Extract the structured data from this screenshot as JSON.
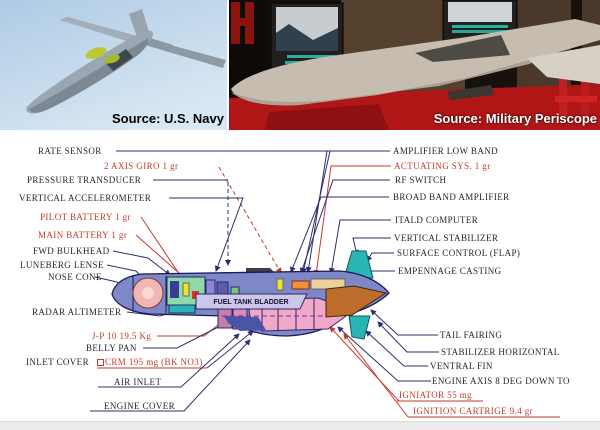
{
  "photos": {
    "left": {
      "caption": "Source: U.S. Navy"
    },
    "right": {
      "caption": "Source: Military Periscope"
    }
  },
  "diagram": {
    "center_label": "FUEL TANK BLADDER",
    "left_labels": [
      {
        "text": "RATE SENSOR",
        "red": false
      },
      {
        "text": "2 AXIS GIRO 1 gr",
        "red": true
      },
      {
        "text": "PRESSURE TRANSDUCER",
        "red": false
      },
      {
        "text": "VERTICAL ACCELEROMETER",
        "red": false
      },
      {
        "text": "PILOT BATTERY 1 gr",
        "red": true
      },
      {
        "text": "MAIN BATTERY 1 gr",
        "red": true
      },
      {
        "text": "FWD BULKHEAD",
        "red": false
      },
      {
        "text": "LUNEBERG LENSE",
        "red": false
      },
      {
        "text": "NOSE CONE",
        "red": false
      },
      {
        "text": "RADAR ALTIMETER",
        "red": false
      },
      {
        "text": "J-P 10 19.5 Kg",
        "red": true
      },
      {
        "text": "BELLY PAN",
        "red": false
      },
      {
        "text": "INLET COVER",
        "red": false
      },
      {
        "text": "CRM 195 mg (BK NO3)",
        "red": true
      },
      {
        "text": "AIR INLET",
        "red": false
      },
      {
        "text": "ENGINE COVER",
        "red": false
      }
    ],
    "right_labels": [
      {
        "text": "AMPLIFIER LOW BAND",
        "red": false
      },
      {
        "text": "ACTUATING SYS. 1 gr",
        "red": true
      },
      {
        "text": "RF SWITCH",
        "red": false
      },
      {
        "text": "BROAD BAND AMPLIFIER",
        "red": false
      },
      {
        "text": "ITALD COMPUTER",
        "red": false
      },
      {
        "text": "VERTICAL STABILIZER",
        "red": false
      },
      {
        "text": "SURFACE CONTROL (FLAP)",
        "red": false
      },
      {
        "text": "EMPENNAGE CASTING",
        "red": false
      },
      {
        "text": "TAIL FAIRING",
        "red": false
      },
      {
        "text": "STABILIZER HORIZONTAL",
        "red": false
      },
      {
        "text": "VENTRAL FIN",
        "red": false
      },
      {
        "text": "ENGINE AXIS 8 DEG DOWN TO",
        "red": false
      },
      {
        "text": "IGNIATOR 55 mg",
        "red": true
      },
      {
        "text": "IGNITION CARTRIGE 9.4 gr",
        "red": true
      }
    ],
    "colors": {
      "line_navy": "#2e2e6e",
      "accent_red": "#c23b2a",
      "body_blue": "#7e88c8",
      "teal": "#2ab5b5",
      "tail_brown": "#bd6c2c",
      "engine_pink": "#f2a8c8",
      "lens_pink": "#f0b8b4"
    }
  }
}
